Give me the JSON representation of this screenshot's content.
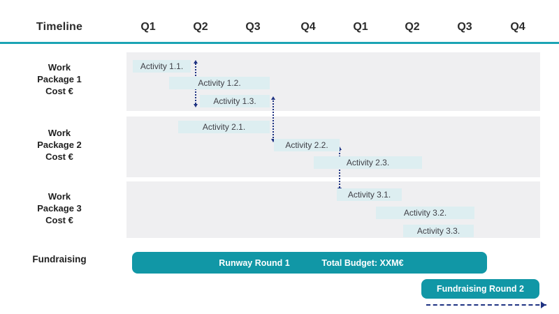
{
  "header": {
    "title": "Timeline",
    "quarters": [
      "Q1",
      "Q2",
      "Q3",
      "Q4",
      "Q1",
      "Q2",
      "Q3",
      "Q4"
    ]
  },
  "work_packages": [
    {
      "label": "Work\nPackage 1\nCost €",
      "activities": [
        {
          "label": "Activity 1.1."
        },
        {
          "label": "Activity 1.2."
        },
        {
          "label": "Activity 1.3."
        }
      ]
    },
    {
      "label": "Work\nPackage 2\nCost €",
      "activities": [
        {
          "label": "Activity 2.1."
        },
        {
          "label": "Activity 2.2."
        },
        {
          "label": "Activity 2.3."
        }
      ]
    },
    {
      "label": "Work\nPackage 3\nCost €",
      "activities": [
        {
          "label": "Activity 3.1."
        },
        {
          "label": "Activity 3.2."
        },
        {
          "label": "Activity 3.3."
        }
      ]
    }
  ],
  "fundraising": {
    "label": "Fundraising",
    "runway_label": "Runway Round 1",
    "budget_label": "Total Budget: XXM€",
    "round2_label": "Fundraising Round 2"
  },
  "colors": {
    "accent_teal": "#1197a6",
    "header_line_teal": "#1ba4b4",
    "panel_gray": "#efeff1",
    "activity_fill": "#ddeef1",
    "connector_navy": "#1e3282",
    "text_dark": "#2b2b2b"
  }
}
